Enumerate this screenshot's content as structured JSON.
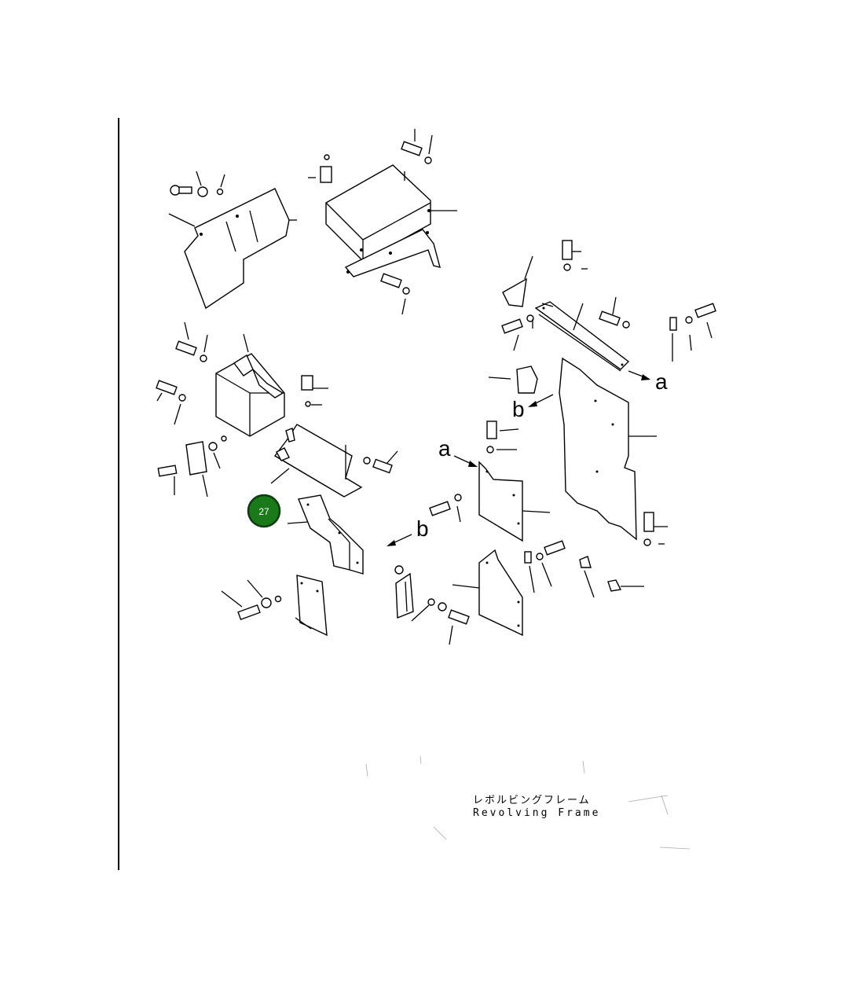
{
  "labels": {
    "a_right": "a",
    "b_upper": "b",
    "a_left": "a",
    "b_lower": "b"
  },
  "badge": {
    "number": "27",
    "color": "#1a7a1a",
    "ring_color": "#0d3d0d"
  },
  "legend": {
    "japanese": "レボルビングフレーム",
    "english": "Revolving Frame"
  }
}
